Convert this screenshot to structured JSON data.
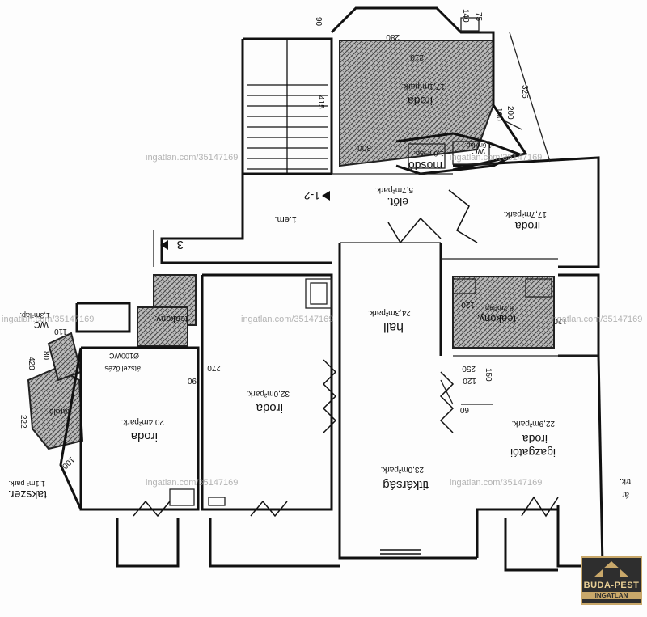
{
  "rooms": {
    "iroda_top": {
      "name": "iroda",
      "area": "17,1m²park.",
      "area_sup": ""
    },
    "iroda_right": {
      "name": "iroda",
      "area": "17,7m²park.",
      "area_sup": ""
    },
    "eloter": {
      "name": "előt.",
      "area": "5,7m²park."
    },
    "mosdo": {
      "name": "mosdó",
      "area": "1,6m²lap."
    },
    "wc_top": {
      "name": "WC",
      "area": "1,6m²lap."
    },
    "hall": {
      "name": "hall",
      "area": "24,3m²park."
    },
    "teakonyha_right": {
      "name": "teakony.",
      "area": "6,2m²lap."
    },
    "iroda_center": {
      "name": "iroda",
      "area": "32,0m²park."
    },
    "iroda_left": {
      "name": "iroda",
      "area": "20,4m²park."
    },
    "teakonyha_left": {
      "name": "teakony.",
      "area": ""
    },
    "wc_left": {
      "name": "WC",
      "area": "1,3m²lap."
    },
    "taroló": {
      "name": "tároló",
      "area": ""
    },
    "takszer": {
      "name": "takszer.",
      "area": "1,1m² park."
    },
    "titkarsag": {
      "name": "titkárság",
      "area": "23,0m²park."
    },
    "igazgatoi": {
      "name": "igazgatói",
      "name2": "iroda",
      "area": "22,9m²park."
    }
  },
  "labels": {
    "stair_level": "1.em.",
    "stair_flight": "1-2",
    "stair_marker": "3",
    "atszellozes": "átszellőzés",
    "wc_pipe": "Ø100WC",
    "trk": "trk.",
    "ar": "ár"
  },
  "dimensions": {
    "d90": "90",
    "d280": "280",
    "d210": "210",
    "d415": "415",
    "d140": "140",
    "d75": "75",
    "d325": "325",
    "d200": "200",
    "d100": "100",
    "d300": "300",
    "d120a": "120",
    "d120b": "120",
    "d250": "250",
    "d150": "150",
    "d60": "60",
    "d90b": "90",
    "d270": "270",
    "d420": "420",
    "d222": "222",
    "d110": "110",
    "d160": "100",
    "d80": "80"
  },
  "watermarks": {
    "w1": "ingatlan.com/35147169",
    "w2": "ingatlan.com/35147169",
    "w3": "ingatlan.com/35147169",
    "w4": "ingatlan.com/35147169",
    "w5": "ingatlan.com/35147169",
    "w6": "ingatlan.com/35147169",
    "w7": "ingatlan.com/35147169",
    "w8": "ingatlan.com/35147169"
  },
  "logo": {
    "top": "BUDA-PEST",
    "bottom": "INGATLAN"
  }
}
